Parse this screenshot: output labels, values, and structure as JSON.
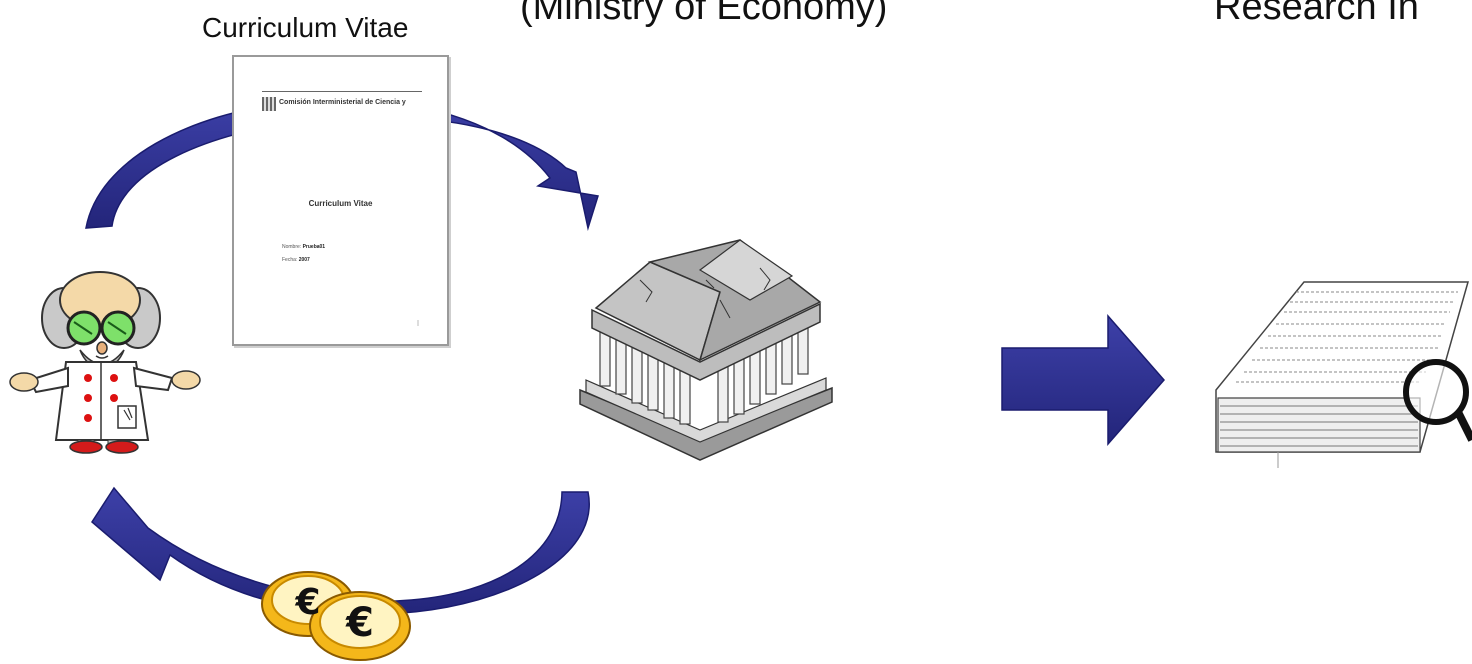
{
  "labels": {
    "cv": "Curriculum Vitae",
    "ministry": "(Ministry of Economy)",
    "research": "Research In"
  },
  "cv_document": {
    "organization": "Comisión Interministerial de Ciencia y",
    "title": "Curriculum Vitae",
    "name_label": "Nombre:",
    "name_value": "Prueba01",
    "date_label": "Fecha:",
    "date_value": "2007"
  },
  "currency": {
    "symbol_1": "€",
    "symbol_2": "€"
  },
  "colors": {
    "arrow": "#2e3192",
    "arrow_edge": "#1a1c6e",
    "coin": "#f4b71a"
  }
}
